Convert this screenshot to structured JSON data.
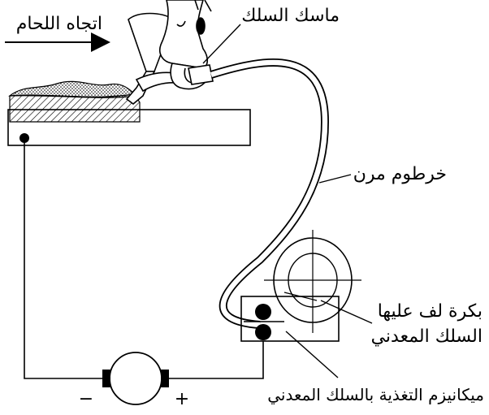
{
  "labels": {
    "welding_direction": "اتجاه اللحام",
    "wire_holder": "ماسك السلك",
    "flexible_hose": "خرطوم مرن",
    "wire_spool_line1": "بكرة لف عليها",
    "wire_spool_line2": "السلك المعدني",
    "wire_feed_mechanism": "ميكانيزم التغذية بالسلك المعدني",
    "minus_sign": "−",
    "plus_sign": "+"
  },
  "colors": {
    "line": "#000000",
    "background": "#ffffff"
  }
}
